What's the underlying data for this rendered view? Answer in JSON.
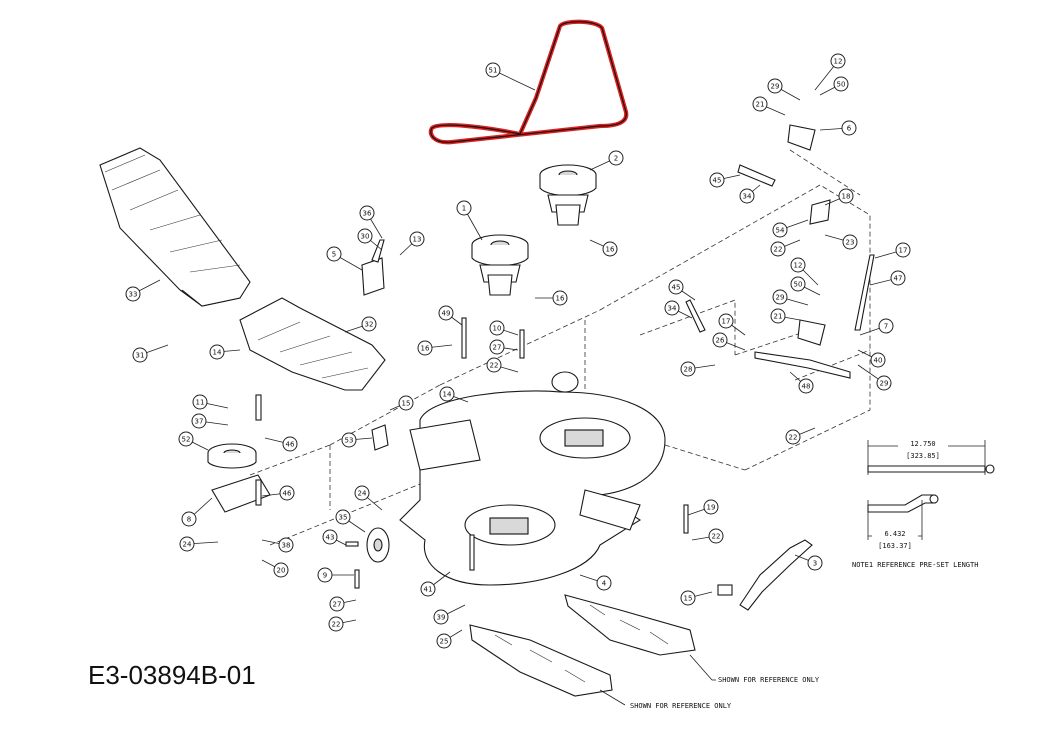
{
  "diagram": {
    "drawing_number": "E3-03894B-01",
    "notes": {
      "dim_long_in": "12.750",
      "dim_long_mm": "[323.85]",
      "dim_short_in": "6.432",
      "dim_short_mm": "[163.37]",
      "note1": "NOTE1 REFERENCE PRE-SET LENGTH",
      "ref_upper": "SHOWN FOR REFERENCE ONLY",
      "ref_lower": "SHOWN FOR REFERENCE ONLY"
    },
    "highlight_color": "#e02020",
    "callouts": [
      {
        "id": "51",
        "label": "51"
      },
      {
        "id": "12a",
        "label": "12"
      },
      {
        "id": "29a",
        "label": "29"
      },
      {
        "id": "50a",
        "label": "50"
      },
      {
        "id": "21a",
        "label": "21"
      },
      {
        "id": "6",
        "label": "6"
      },
      {
        "id": "2",
        "label": "2"
      },
      {
        "id": "45a",
        "label": "45"
      },
      {
        "id": "34a",
        "label": "34"
      },
      {
        "id": "18",
        "label": "18"
      },
      {
        "id": "54",
        "label": "54"
      },
      {
        "id": "22a",
        "label": "22"
      },
      {
        "id": "23",
        "label": "23"
      },
      {
        "id": "17a",
        "label": "17"
      },
      {
        "id": "47",
        "label": "47"
      },
      {
        "id": "1",
        "label": "1"
      },
      {
        "id": "16a",
        "label": "16"
      },
      {
        "id": "36",
        "label": "36"
      },
      {
        "id": "30",
        "label": "30"
      },
      {
        "id": "13",
        "label": "13"
      },
      {
        "id": "5",
        "label": "5"
      },
      {
        "id": "33",
        "label": "33"
      },
      {
        "id": "16b",
        "label": "16"
      },
      {
        "id": "12b",
        "label": "12"
      },
      {
        "id": "50b",
        "label": "50"
      },
      {
        "id": "29b",
        "label": "29"
      },
      {
        "id": "21b",
        "label": "21"
      },
      {
        "id": "45b",
        "label": "45"
      },
      {
        "id": "34b",
        "label": "34"
      },
      {
        "id": "17b",
        "label": "17"
      },
      {
        "id": "7",
        "label": "7"
      },
      {
        "id": "26",
        "label": "26"
      },
      {
        "id": "40",
        "label": "40"
      },
      {
        "id": "28",
        "label": "28"
      },
      {
        "id": "48",
        "label": "48"
      },
      {
        "id": "29c",
        "label": "29"
      },
      {
        "id": "32",
        "label": "32"
      },
      {
        "id": "49",
        "label": "49"
      },
      {
        "id": "10",
        "label": "10"
      },
      {
        "id": "27a",
        "label": "27"
      },
      {
        "id": "16c",
        "label": "16"
      },
      {
        "id": "22b",
        "label": "22"
      },
      {
        "id": "31",
        "label": "31"
      },
      {
        "id": "14a",
        "label": "14"
      },
      {
        "id": "14b",
        "label": "14"
      },
      {
        "id": "15a",
        "label": "15"
      },
      {
        "id": "11",
        "label": "11"
      },
      {
        "id": "37",
        "label": "37"
      },
      {
        "id": "52",
        "label": "52"
      },
      {
        "id": "46a",
        "label": "46"
      },
      {
        "id": "53",
        "label": "53"
      },
      {
        "id": "22c",
        "label": "22"
      },
      {
        "id": "8",
        "label": "8"
      },
      {
        "id": "46b",
        "label": "46"
      },
      {
        "id": "24a",
        "label": "24"
      },
      {
        "id": "38",
        "label": "38"
      },
      {
        "id": "20",
        "label": "20"
      },
      {
        "id": "24b",
        "label": "24"
      },
      {
        "id": "35",
        "label": "35"
      },
      {
        "id": "43",
        "label": "43"
      },
      {
        "id": "19",
        "label": "19"
      },
      {
        "id": "22d",
        "label": "22"
      },
      {
        "id": "3",
        "label": "3"
      },
      {
        "id": "9",
        "label": "9"
      },
      {
        "id": "4",
        "label": "4"
      },
      {
        "id": "41",
        "label": "41"
      },
      {
        "id": "27b",
        "label": "27"
      },
      {
        "id": "22e",
        "label": "22"
      },
      {
        "id": "39",
        "label": "39"
      },
      {
        "id": "15b",
        "label": "15"
      },
      {
        "id": "25",
        "label": "25"
      }
    ]
  }
}
